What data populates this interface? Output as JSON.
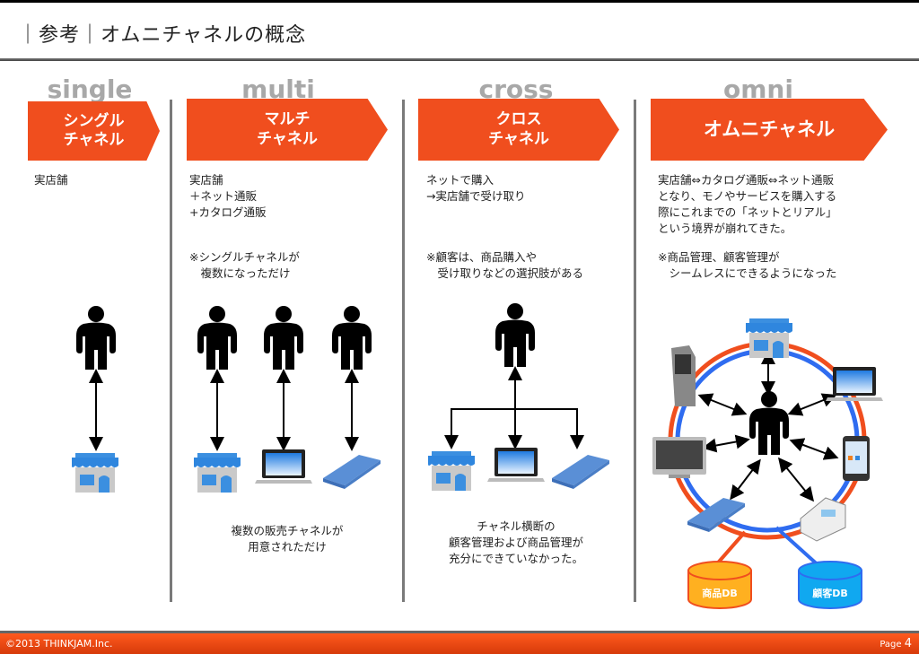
{
  "title": "｜参考｜オムニチャネルの概念",
  "columns": [
    {
      "label": "single",
      "chevron": "シングル\nチャネル",
      "desc": "実店舗",
      "note": "",
      "caption": ""
    },
    {
      "label": "multi",
      "chevron": "マルチ\nチャネル",
      "desc": "実店舗\n＋ネット通販\n+カタログ通販",
      "note": "※シングルチャネルが\n　複数になっただけ",
      "caption": "複数の販売チャネルが\n用意されただけ"
    },
    {
      "label": "cross",
      "chevron": "クロス\nチャネル",
      "desc": "ネットで購入\n→実店舗で受け取り",
      "note": "※顧客は、商品購入や\n　受け取りなどの選択肢がある",
      "caption": "チャネル横断の\n顧客管理および商品管理が\n充分にできていなかった。"
    },
    {
      "label": "omni",
      "chevron": "オムニチャネル",
      "desc": "実店舗⇔カタログ通販⇔ネット通販\nとなり、モノやサービスを購入する\n際にこれまでの「ネットとリアル」\nという境界が崩れてきた。",
      "note": "※商品管理、顧客管理が\n　シームレスにできるようになった",
      "caption": ""
    }
  ],
  "databases": {
    "product": "商品DB",
    "customer": "顧客DB"
  },
  "colors": {
    "accent": "#f04e1e",
    "blue": "#2f6cf0",
    "db_product": "#ffb020",
    "db_customer": "#10a8f0"
  },
  "footer": {
    "copyright": "©2013 THINKJAM.Inc.",
    "page_label": "Page",
    "page_number": "4"
  }
}
